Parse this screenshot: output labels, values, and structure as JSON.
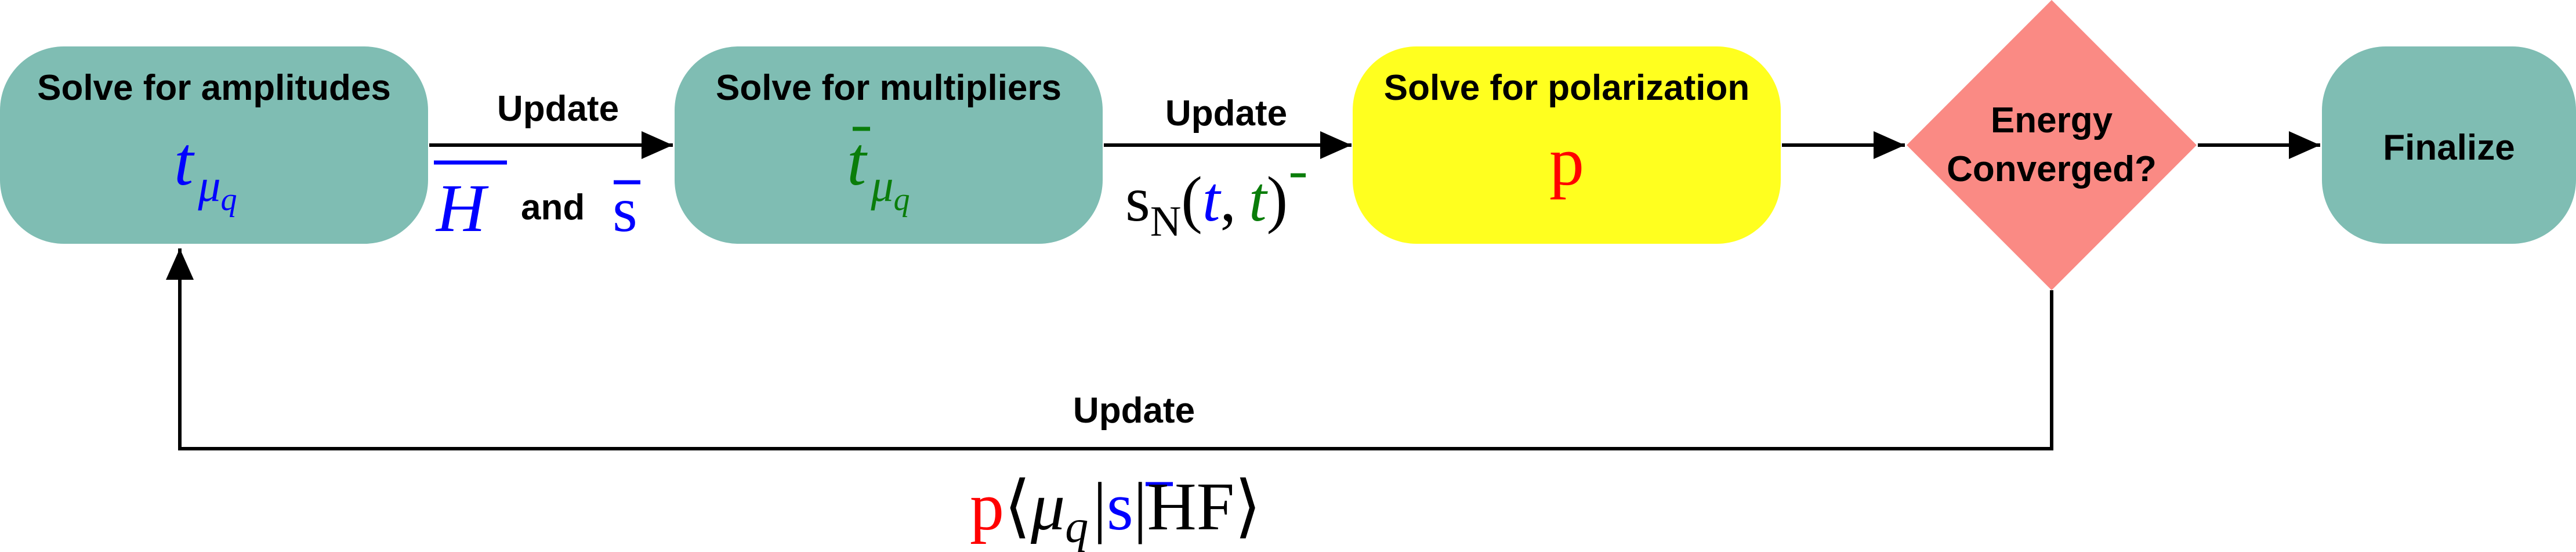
{
  "colors": {
    "teal": "#7fbdb3",
    "yellow": "#ffff1f",
    "salmon": "#fa8a84",
    "blue": "#0000ff",
    "green": "#0a7d0a",
    "red": "#ff0000",
    "black": "#000000"
  },
  "nodes": {
    "amplitudes": {
      "title": "Solve for amplitudes",
      "symbol": "t",
      "subscript_main": "μ",
      "subscript_sub": "q"
    },
    "multipliers": {
      "title": "Solve for multipliers",
      "symbol": "t",
      "subscript_main": "μ",
      "subscript_sub": "q"
    },
    "polarization": {
      "title": "Solve for polarization",
      "symbol": "p"
    },
    "decision": {
      "line1": "Energy",
      "line2": "Converged?"
    },
    "finalize": {
      "title": "Finalize"
    }
  },
  "edges": {
    "amp_to_mult": {
      "label": "Update",
      "symbol_h": "H",
      "conjunction": "and",
      "symbol_s": "s"
    },
    "mult_to_pol": {
      "label": "Update",
      "func": "s",
      "func_sub": "N",
      "open_paren": "(",
      "arg1": "t",
      "comma": ",",
      "arg2": "t",
      "close_paren": ")"
    },
    "feedback": {
      "label": "Update",
      "p": "p",
      "langle": "⟨",
      "mu": "μ",
      "mu_sub": "q",
      "bar1": "|",
      "s": "s",
      "bar2": "|",
      "hf": "HF",
      "rangle": "⟩"
    }
  }
}
